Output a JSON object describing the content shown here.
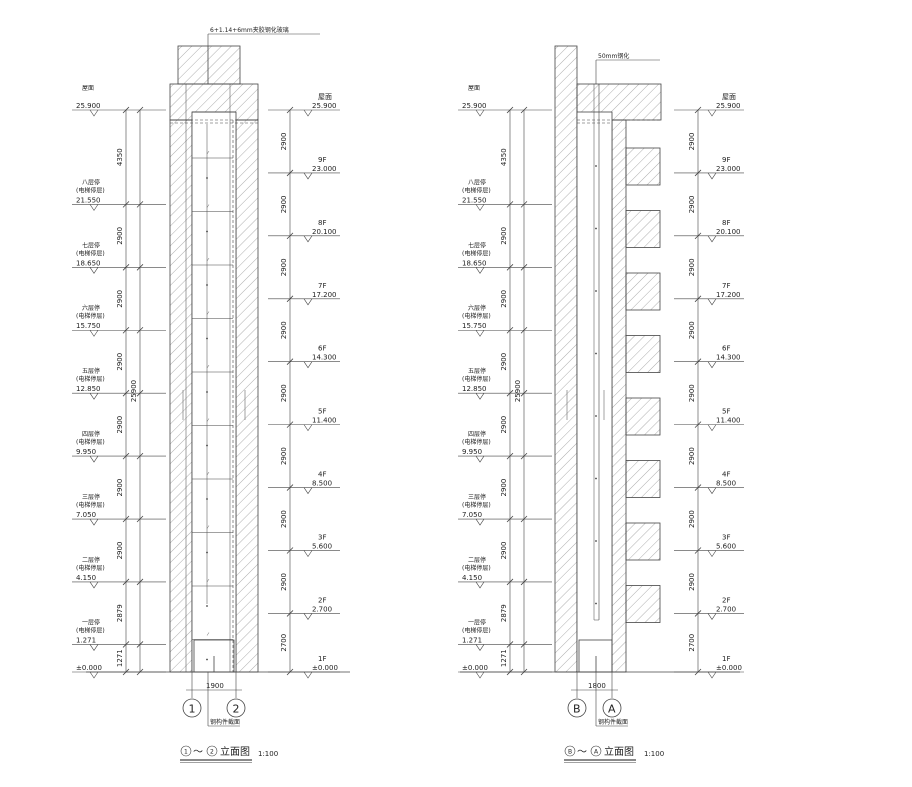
{
  "left": {
    "top_note": "6+1.14+6mm夹胶钢化玻璃",
    "axis_1": "1",
    "axis_2": "2",
    "width_dim": "1900",
    "bottom_note": "钢构件截面",
    "title_a": "1",
    "title_sep": "～",
    "title_b": "2",
    "title_text": "立面图",
    "scale": "1:100",
    "total_dim": "25900"
  },
  "right": {
    "top_note": "50mm钢化",
    "axis_b": "B",
    "axis_a": "A",
    "width_dim": "1800",
    "bottom_note": "钢构件截面",
    "title_a": "B",
    "title_sep": "～",
    "title_b": "A",
    "title_text": "立面图",
    "scale": "1:100",
    "total_dim": "25900"
  },
  "right_levels": [
    {
      "name": "屋面",
      "elev": "25.900"
    },
    {
      "name": "9F",
      "elev": "23.000"
    },
    {
      "name": "8F",
      "elev": "20.100"
    },
    {
      "name": "7F",
      "elev": "17.200"
    },
    {
      "name": "6F",
      "elev": "14.300"
    },
    {
      "name": "5F",
      "elev": "11.400"
    },
    {
      "name": "4F",
      "elev": "8.500"
    },
    {
      "name": "3F",
      "elev": "5.600"
    },
    {
      "name": "2F",
      "elev": "2.700"
    },
    {
      "name": "1F",
      "elev": "±0.000"
    }
  ],
  "right_dims": [
    "2900",
    "2900",
    "2900",
    "2900",
    "2900",
    "2900",
    "2900",
    "2900",
    "2700"
  ],
  "left_levels": [
    {
      "name": "屋面",
      "sub": "",
      "elev": "25.900"
    },
    {
      "name": "八层停",
      "sub": "(电梯停层)",
      "elev": "21.550"
    },
    {
      "name": "七层停",
      "sub": "(电梯停层)",
      "elev": "18.650"
    },
    {
      "name": "六层停",
      "sub": "(电梯停层)",
      "elev": "15.750"
    },
    {
      "name": "五层停",
      "sub": "(电梯停层)",
      "elev": "12.850"
    },
    {
      "name": "四层停",
      "sub": "(电梯停层)",
      "elev": "9.950"
    },
    {
      "name": "三层停",
      "sub": "(电梯停层)",
      "elev": "7.050"
    },
    {
      "name": "二层停",
      "sub": "(电梯停层)",
      "elev": "4.150"
    },
    {
      "name": "一层停",
      "sub": "(电梯停层)",
      "elev": "1.271"
    },
    {
      "name": "",
      "sub": "",
      "elev": "±0.000"
    }
  ],
  "left_dims": [
    "4350",
    "2900",
    "2900",
    "2900",
    "2900",
    "2900",
    "2900",
    "2879",
    "1271"
  ]
}
